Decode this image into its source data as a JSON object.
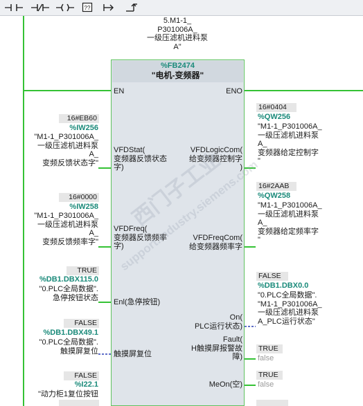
{
  "toolbar": {
    "buttons": [
      {
        "name": "no-contact-icon"
      },
      {
        "name": "nc-contact-icon"
      },
      {
        "name": "coil-icon"
      },
      {
        "name": "empty-box-icon"
      },
      {
        "name": "open-branch-icon"
      },
      {
        "name": "close-branch-icon"
      }
    ]
  },
  "network_title": {
    "lines": [
      "5.M1-1_",
      "P301006A_",
      "一级压滤机进料泵",
      "A\""
    ]
  },
  "block": {
    "address": "%FB2474",
    "name": "\"电机-变频器\"",
    "en": "EN",
    "eno": "ENO"
  },
  "inputs": {
    "vfdstat": {
      "value": "16#EB60",
      "address": "%IW256",
      "tag_lines": [
        "\"M1-1_P301006A_",
        "一级压滤机进料泵",
        "A_",
        "变频反馈状态字\""
      ],
      "pin_lines": [
        "VFDStat(",
        "变频器反馈状态",
        "字)"
      ]
    },
    "vfdfreq": {
      "value": "16#0000",
      "address": "%IW258",
      "tag_lines": [
        "\"M1-1_P301006A_",
        "一级压滤机进料泵",
        "A_",
        "变频反馈频率字\""
      ],
      "pin_lines": [
        "VFDFreq(",
        "变频器反馈频率",
        "字)"
      ]
    },
    "enl": {
      "value": "TRUE",
      "address": "%DB1.DBX115.0",
      "tag_lines": [
        "\"0.PLC全局数据\".",
        "急停按钮状态"
      ],
      "pin_lines": [
        "Enl(急停按钮)"
      ]
    },
    "touch": {
      "value": "FALSE",
      "address": "%DB1.DBX49.1",
      "tag_lines": [
        "\"0.PLC全局数据\".",
        "触摸屏复位"
      ],
      "pin_lines": [
        "触摸屏复位"
      ]
    },
    "reset": {
      "value": "FALSE",
      "address": "%I22.1",
      "tag_lines": [
        "\"动力柜1复位按钮"
      ]
    }
  },
  "outputs": {
    "logic": {
      "pin_lines": [
        "VFDLogicCom(",
        "给变频器控制字",
        ")"
      ],
      "value": "16#0404",
      "address": "%QW256",
      "tag_lines": [
        "\"M1-1_P301006A_",
        "一级压滤机进料泵",
        "A_",
        "变频器给定控制字",
        "\""
      ]
    },
    "freqcom": {
      "pin_lines": [
        "VFDFreqCom(",
        "给变频器频率字"
      ],
      "value": "16#2AAB",
      "address": "%QW258",
      "tag_lines": [
        "\"M1-1_P301006A_",
        "一级压滤机进料泵",
        "A_",
        "变频器给定频率字",
        "\""
      ]
    },
    "on": {
      "pin_lines": [
        "On(",
        "PLC运行状态)"
      ],
      "value": "FALSE",
      "address": "%DB1.DBX0.0",
      "tag_lines": [
        "\"0.PLC全局数据\".",
        "\"M1-1_P301006A_",
        "一级压滤机进料泵",
        "A_PLC运行状态\""
      ]
    },
    "fault": {
      "pin_lines": [
        "Fault(",
        "H触摸屏报警故",
        "障)"
      ],
      "value": "TRUE",
      "tag": "false"
    },
    "meon": {
      "pin_lines": [
        "MeOn(空)"
      ],
      "value": "TRUE",
      "tag": "false"
    }
  },
  "watermark": {
    "lines": [
      "西门子工业",
      "support.industry.siemens.com"
    ]
  },
  "colors": {
    "power_rail": "#34c234",
    "address": "#1a8a7a",
    "dashed_link": "#2a3fb5"
  }
}
